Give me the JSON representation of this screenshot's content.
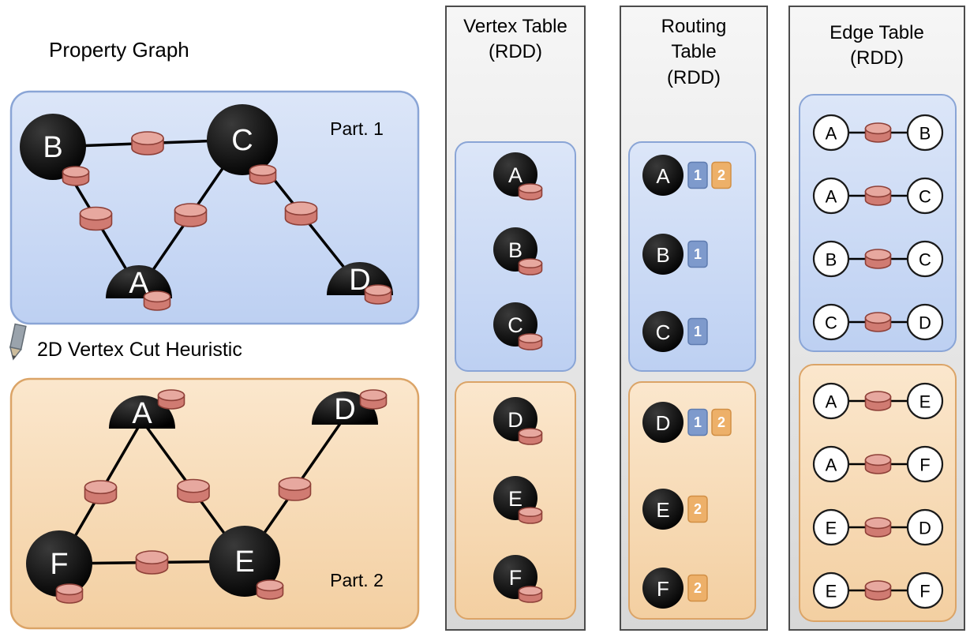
{
  "property_graph": {
    "title": "Property Graph",
    "cut_heuristic_label": "2D Vertex Cut Heuristic",
    "partitions": [
      {
        "label": "Part. 1",
        "theme": "blue",
        "vertices": [
          {
            "id": "B",
            "shape": "full"
          },
          {
            "id": "C",
            "shape": "full"
          },
          {
            "id": "A",
            "shape": "half"
          },
          {
            "id": "D",
            "shape": "half"
          }
        ],
        "edges": [
          [
            "B",
            "C"
          ],
          [
            "B",
            "A"
          ],
          [
            "C",
            "A"
          ],
          [
            "C",
            "D"
          ]
        ]
      },
      {
        "label": "Part. 2",
        "theme": "orange",
        "vertices": [
          {
            "id": "A",
            "shape": "half"
          },
          {
            "id": "D",
            "shape": "half"
          },
          {
            "id": "F",
            "shape": "full"
          },
          {
            "id": "E",
            "shape": "full"
          }
        ],
        "edges": [
          [
            "A",
            "F"
          ],
          [
            "A",
            "E"
          ],
          [
            "D",
            "E"
          ],
          [
            "F",
            "E"
          ]
        ]
      }
    ]
  },
  "vertex_table": {
    "title_line1": "Vertex Table",
    "title_line2": "(RDD)",
    "groups": [
      {
        "theme": "blue",
        "vertices": [
          "A",
          "B",
          "C"
        ]
      },
      {
        "theme": "orange",
        "vertices": [
          "D",
          "E",
          "F"
        ]
      }
    ]
  },
  "routing_table": {
    "title_line1": "Routing",
    "title_line2": "Table",
    "title_line3": "(RDD)",
    "groups": [
      {
        "theme": "blue",
        "rows": [
          {
            "vertex": "A",
            "partitions": [
              "1",
              "2"
            ]
          },
          {
            "vertex": "B",
            "partitions": [
              "1"
            ]
          },
          {
            "vertex": "C",
            "partitions": [
              "1"
            ]
          }
        ]
      },
      {
        "theme": "orange",
        "rows": [
          {
            "vertex": "D",
            "partitions": [
              "1",
              "2"
            ]
          },
          {
            "vertex": "E",
            "partitions": [
              "2"
            ]
          },
          {
            "vertex": "F",
            "partitions": [
              "2"
            ]
          }
        ]
      }
    ],
    "badge_theme_by_partition": {
      "1": "blue",
      "2": "orange"
    }
  },
  "edge_table": {
    "title_line1": "Edge Table",
    "title_line2": "(RDD)",
    "groups": [
      {
        "theme": "blue",
        "edges": [
          [
            "A",
            "B"
          ],
          [
            "A",
            "C"
          ],
          [
            "B",
            "C"
          ],
          [
            "C",
            "D"
          ]
        ]
      },
      {
        "theme": "orange",
        "edges": [
          [
            "A",
            "E"
          ],
          [
            "A",
            "F"
          ],
          [
            "E",
            "D"
          ],
          [
            "E",
            "F"
          ]
        ]
      }
    ]
  },
  "colors": {
    "blue_fill_top": "#dce6f8",
    "blue_fill_bottom": "#bdd0f2",
    "blue_stroke": "#8aa5d6",
    "orange_fill_top": "#fbe7cd",
    "orange_fill_bottom": "#f3cfa1",
    "orange_stroke": "#dba467",
    "gray_fill_top": "#f6f6f6",
    "gray_fill_bottom": "#d7d7d7",
    "gray_stroke": "#4c4c4c",
    "cylinder_body": "#d07b72",
    "cylinder_top": "#e7a89f",
    "cylinder_stroke": "#8e4038",
    "vertex_fill": "#000000",
    "vertex_highlight": "#3a3a3a",
    "vertex_text": "#ffffff",
    "badge_blue": "#7e9acc",
    "badge_blue_stroke": "#5f7cb0",
    "badge_orange": "#edb069",
    "badge_orange_stroke": "#d18f45",
    "edge_line": "#000000"
  }
}
